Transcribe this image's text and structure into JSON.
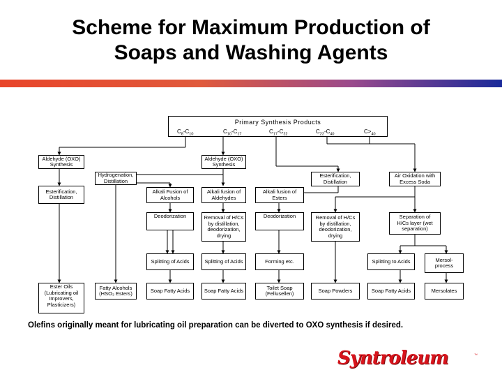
{
  "title": {
    "line1": "Scheme for Maximum Production of",
    "line2": "Soaps and Washing Agents"
  },
  "primary": {
    "title": "Primary Synthesis Products",
    "products": [
      {
        "base": "C",
        "sub1": "8",
        "sep": "-C",
        "sub2": "10"
      },
      {
        "base": "C",
        "sub1": "10",
        "sep": "-C",
        "sub2": "17"
      },
      {
        "base": "C",
        "sub1": "17",
        "sep": "-C",
        "sub2": "22"
      },
      {
        "base": "C",
        "sub1": "22",
        "sep": "-C",
        "sub2": "40"
      },
      {
        "base": "C>",
        "sub1": "40",
        "sep": "",
        "sub2": ""
      }
    ]
  },
  "boxes": {
    "aldehyde_left": "Aldehyde (OXO)\nSynthesis",
    "aldehyde_center": "Aldehyde (OXO)\nSynthesis",
    "hydrogenation": "Hydrogenation,\nDistillation",
    "esterification_right": "Esterification,\nDistillation",
    "air_oxidation": "Air Oxidation with\nExcess Soda",
    "esterification_left": "Esterification,\nDistillation",
    "alkali_alcohols": "Alkali Fusion of\nAlcohols",
    "alkali_aldehydes": "Alkali fusion of\nAldehydes",
    "alkali_esters": "Alkali fusion of\nEsters",
    "deodorization_1": "Deodorization",
    "removal_1": "Removal of H/Cs\nby distillation,\ndeodorization,\ndrying",
    "deodorization_2": "Deodorization",
    "removal_2": "Removal of H/Cs\nby distillation,\ndeodorization,\ndrying",
    "separation": "Separation of\nH/Cs layer (wet\nseparation)",
    "splitting_1": "Splitting of Acids",
    "splitting_2": "Splitting of Acids",
    "forming": "Forming etc.",
    "splitting_3": "Splitting to Acids",
    "mersol": "Mersol-\nprocess",
    "ester_oils": "Ester Oils\n(Lubricating oil\nImprovers,\nPlasticizers)",
    "fatty_alcohols": "Fatty Alcohols\n(HSO₃ Esters)",
    "soap_fatty_1": "Soap Fatty Acids",
    "soap_fatty_2": "Soap Fatty Acids",
    "toilet_soap": "Toilet Soap\n(Fellusellen)",
    "soap_powders": "Soap Powders",
    "soap_fatty_3": "Soap Fatty Acids",
    "mersolates": "Mersolates"
  },
  "footnote": "Olefins originally meant for lubricating oil preparation can be diverted to OXO synthesis if desired.",
  "logo": "Syntroleum",
  "colors": {
    "band_start": "#e8452a",
    "band_end": "#1a2a9a",
    "logo": "#d8141c"
  }
}
